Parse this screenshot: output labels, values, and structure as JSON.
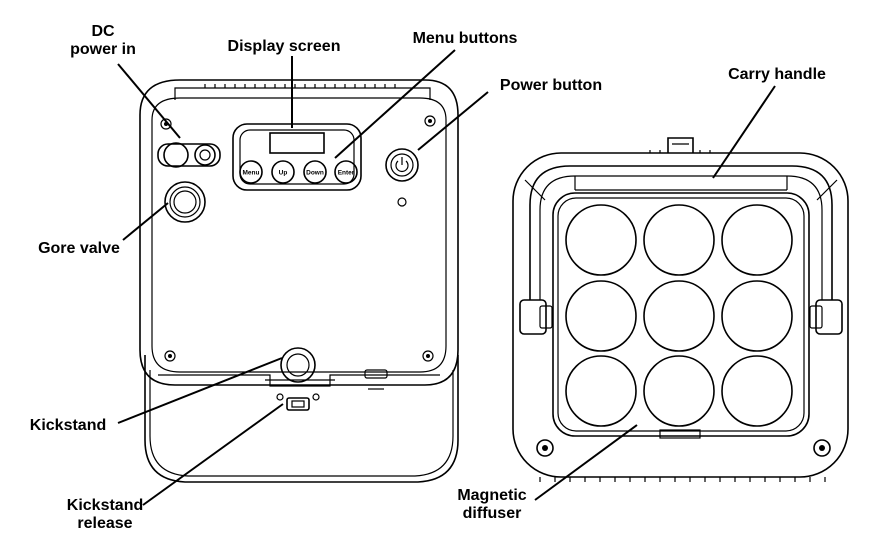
{
  "labels": {
    "dc_power_line1": "DC",
    "dc_power_line2": "power in",
    "display_screen": "Display screen",
    "menu_buttons": "Menu buttons",
    "power_button": "Power button",
    "carry_handle": "Carry handle",
    "gore_valve": "Gore valve",
    "kickstand": "Kickstand",
    "kickstand_release_line1": "Kickstand",
    "kickstand_release_line2": "release",
    "magnetic_diffuser_line1": "Magnetic",
    "magnetic_diffuser_line2": "diffuser"
  },
  "buttons": {
    "menu": "Menu",
    "up": "Up",
    "down": "Down",
    "enter": "Enter"
  },
  "colors": {
    "line": "#000000",
    "background": "#ffffff"
  }
}
